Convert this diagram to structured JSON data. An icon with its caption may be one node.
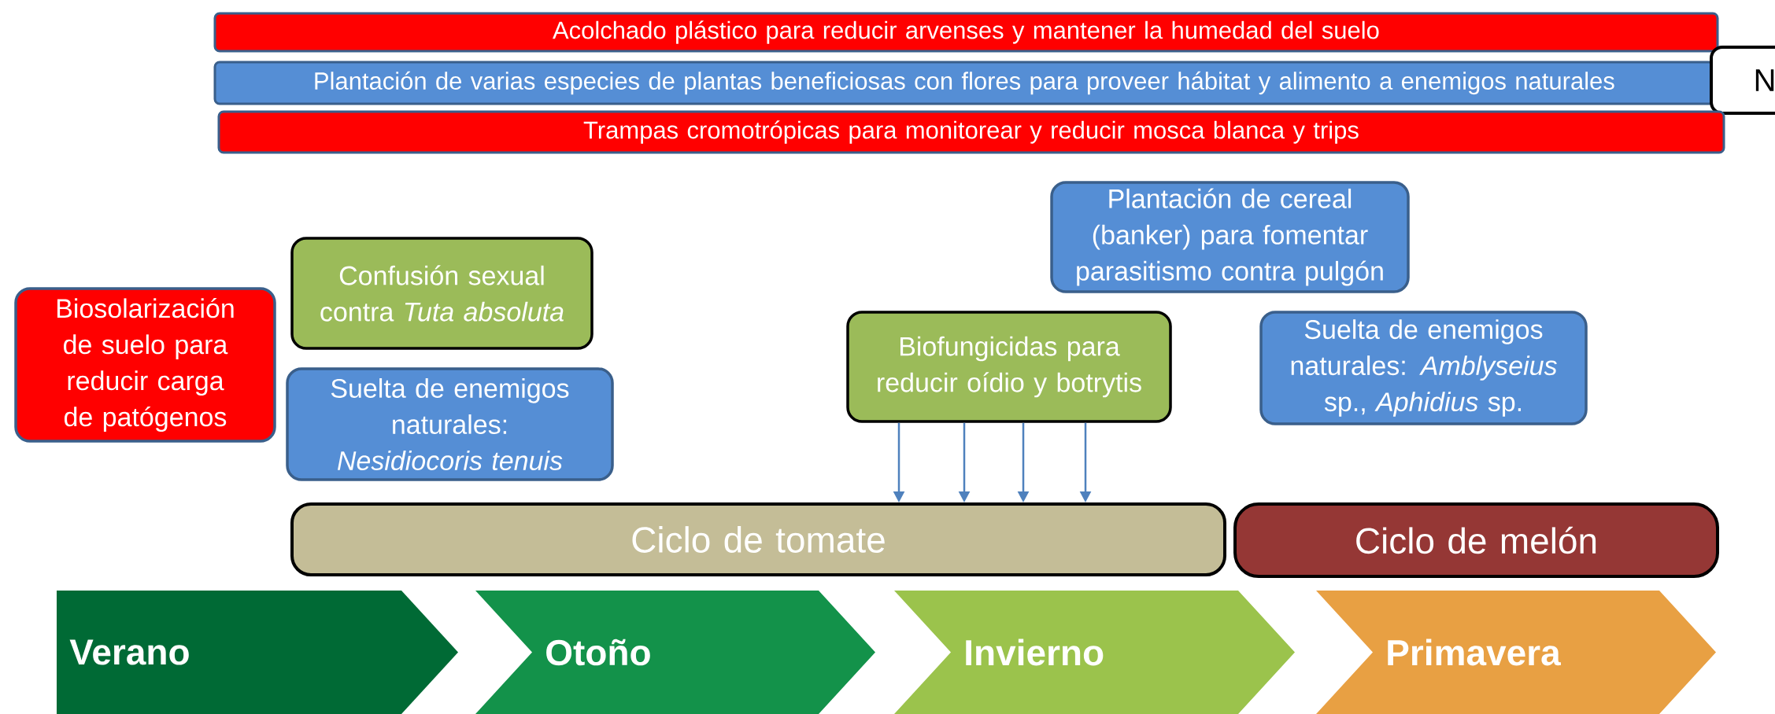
{
  "diagram": {
    "nodes": [
      {
        "text": [
          "Acolchado plástico para reducir arvenses y mantener la humedad del suelo"
        ]
      },
      {
        "text": [
          "Plantación de varias especies de plantas beneficiosas con flores para proveer hábitat y alimento a enemigos naturales"
        ]
      },
      {
        "text": [
          "N"
        ]
      },
      {
        "text": [
          "Trampas cromotrópicas para monitorear y reducir mosca blanca y trips"
        ]
      },
      {
        "text": [
          "Biosolarización de suelo para reducir carga de patógenos"
        ]
      },
      {
        "text": [
          "Confusión sexual contra *Tuta absoluta*"
        ]
      },
      {
        "text": [
          "Suelta de enemigos naturales: *Nesidiocoris tenuis*"
        ]
      },
      {
        "text": [
          "Plantación de cereal (banker) para fomentar parasitismo contra pulgón"
        ]
      },
      {
        "text": [
          "Biofungicidas para reducir oídio y botrytis"
        ]
      },
      {
        "text": [
          "Suelta de enemigos naturales: *Amblyseius* sp., *Aphidius* sp."
        ]
      },
      {
        "text": [
          "Ciclo de tomate"
        ]
      },
      {
        "text": [
          "Ciclo de melón"
        ]
      },
      {
        "text": [
          "Verano"
        ]
      },
      {
        "text": [
          "Otoño"
        ]
      },
      {
        "text": [
          "Invierno"
        ]
      },
      {
        "text": [
          "Primavera"
        ]
      }
    ],
    "edges": [
      {
        "from": 8,
        "to": 10,
        "arrow": "to"
      },
      {
        "from": 8,
        "to": 10,
        "arrow": "to"
      },
      {
        "from": 8,
        "to": 10,
        "arrow": "to"
      },
      {
        "from": 8,
        "to": 10,
        "arrow": "to"
      }
    ]
  }
}
